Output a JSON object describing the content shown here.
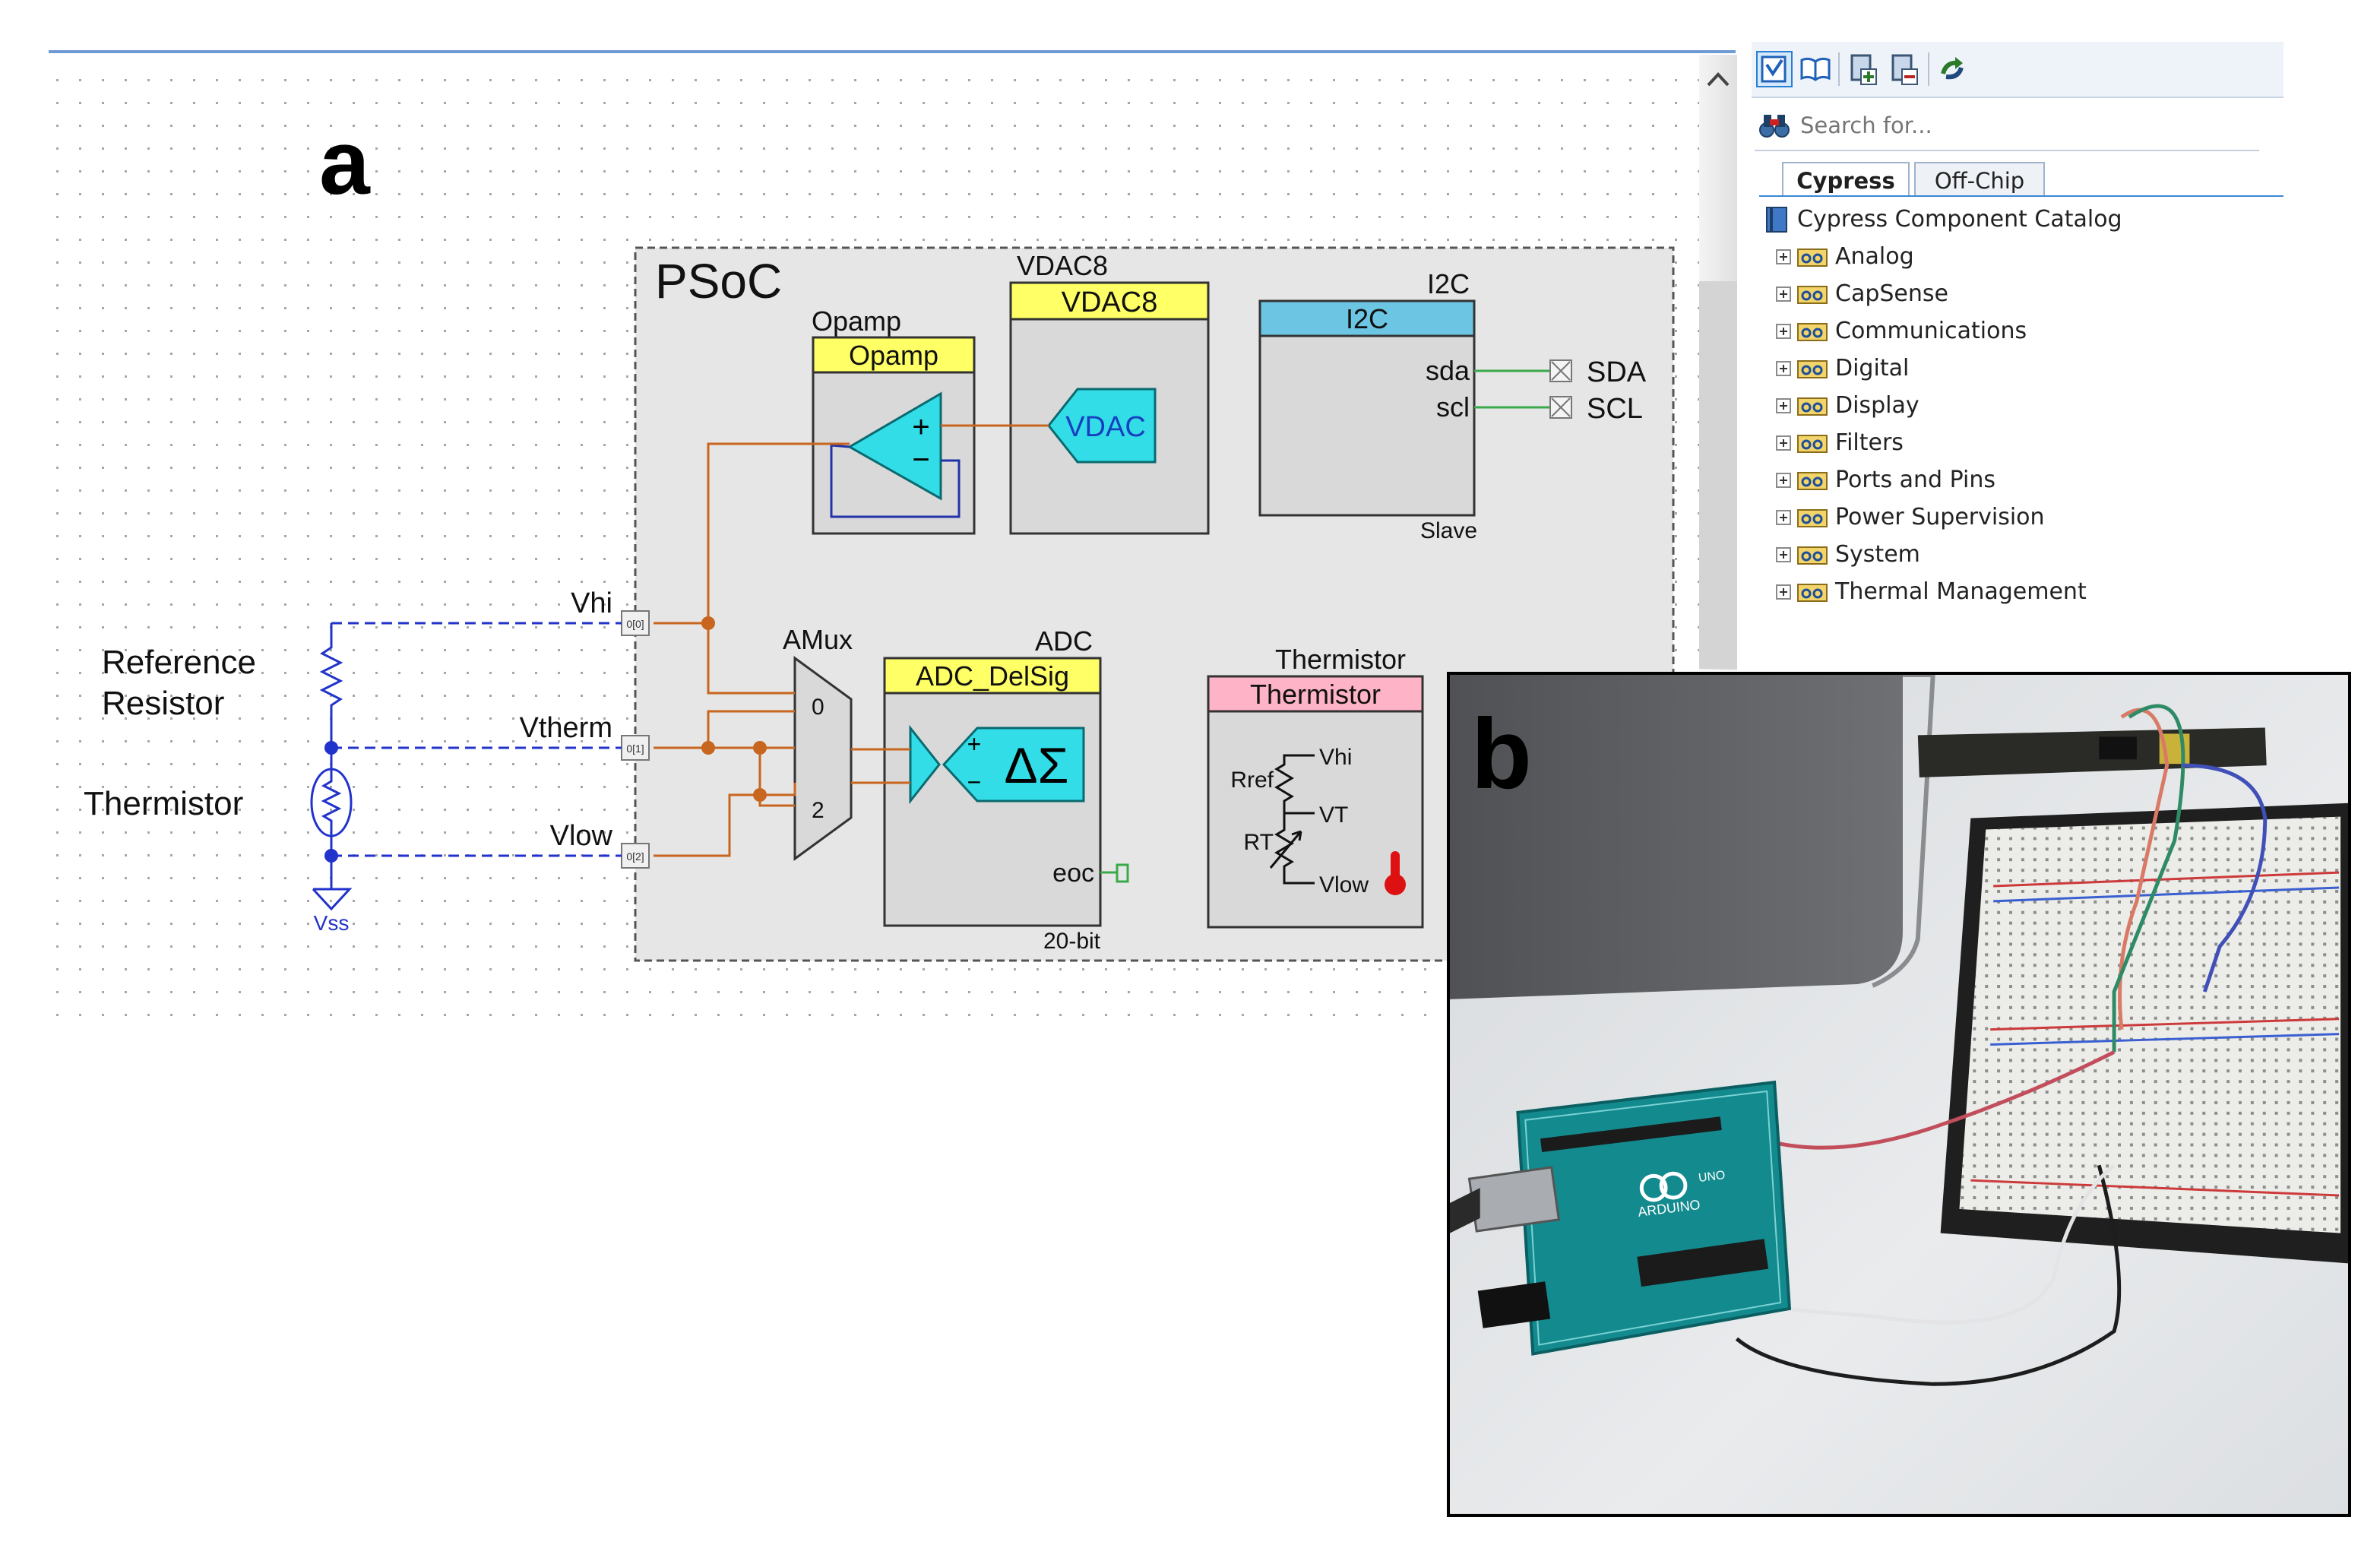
{
  "panel_labels": {
    "a": "a",
    "b": "b"
  },
  "schematic": {
    "psoc_title": "PSoC",
    "opamp": {
      "instance_label": "Opamp",
      "header": "Opamp",
      "plus": "+",
      "minus": "−"
    },
    "vdac8": {
      "instance_label": "VDAC8",
      "header": "VDAC8",
      "symbol": "VDAC"
    },
    "i2c": {
      "instance_label": "I2C",
      "header": "I2C",
      "sda": "sda",
      "scl": "scl",
      "mode": "Slave"
    },
    "amux": {
      "label": "AMux",
      "in0": "0",
      "in2": "2"
    },
    "adc": {
      "instance_label": "ADC",
      "header": "ADC_DelSig",
      "symbol": "ΔΣ",
      "plus": "+",
      "minus": "−",
      "eoc": "eoc",
      "resolution": "20-bit"
    },
    "thermistor_comp": {
      "instance_label": "Thermistor",
      "header": "Thermistor",
      "vhi": "Vhi",
      "vt": "VT",
      "vlow": "Vlow",
      "rref": "Rref",
      "rt": "RT"
    },
    "pins": {
      "sda": "SDA",
      "scl": "SCL",
      "p0": "0[0]",
      "p1": "0[1]",
      "p2": "0[2]"
    },
    "nets": {
      "vhi": "Vhi",
      "vtherm": "Vtherm",
      "vlow": "Vlow"
    },
    "external": {
      "ref_line1": "Reference",
      "ref_line2": "Resistor",
      "thermistor": "Thermistor",
      "vss": "Vss"
    }
  },
  "catalog": {
    "search_placeholder": "Search for...",
    "tabs": [
      "Cypress",
      "Off-Chip"
    ],
    "root": "Cypress Component Catalog",
    "items": [
      "Analog",
      "CapSense",
      "Communications",
      "Digital",
      "Display",
      "Filters",
      "Ports and Pins",
      "Power Supervision",
      "System",
      "Thermal Management"
    ]
  },
  "photo": {
    "board_logo": "ARDUINO",
    "board_model": "UNO"
  },
  "colors": {
    "opamp_fill": "#33dde8",
    "header_yellow": "#ffff66",
    "header_blue": "#6cc5e3",
    "header_pink": "#ffb3c6",
    "wire_orange": "#c8651e",
    "wire_blue": "#2233cc",
    "wire_green": "#3aa94a",
    "tab_blue": "#3c87d4"
  }
}
